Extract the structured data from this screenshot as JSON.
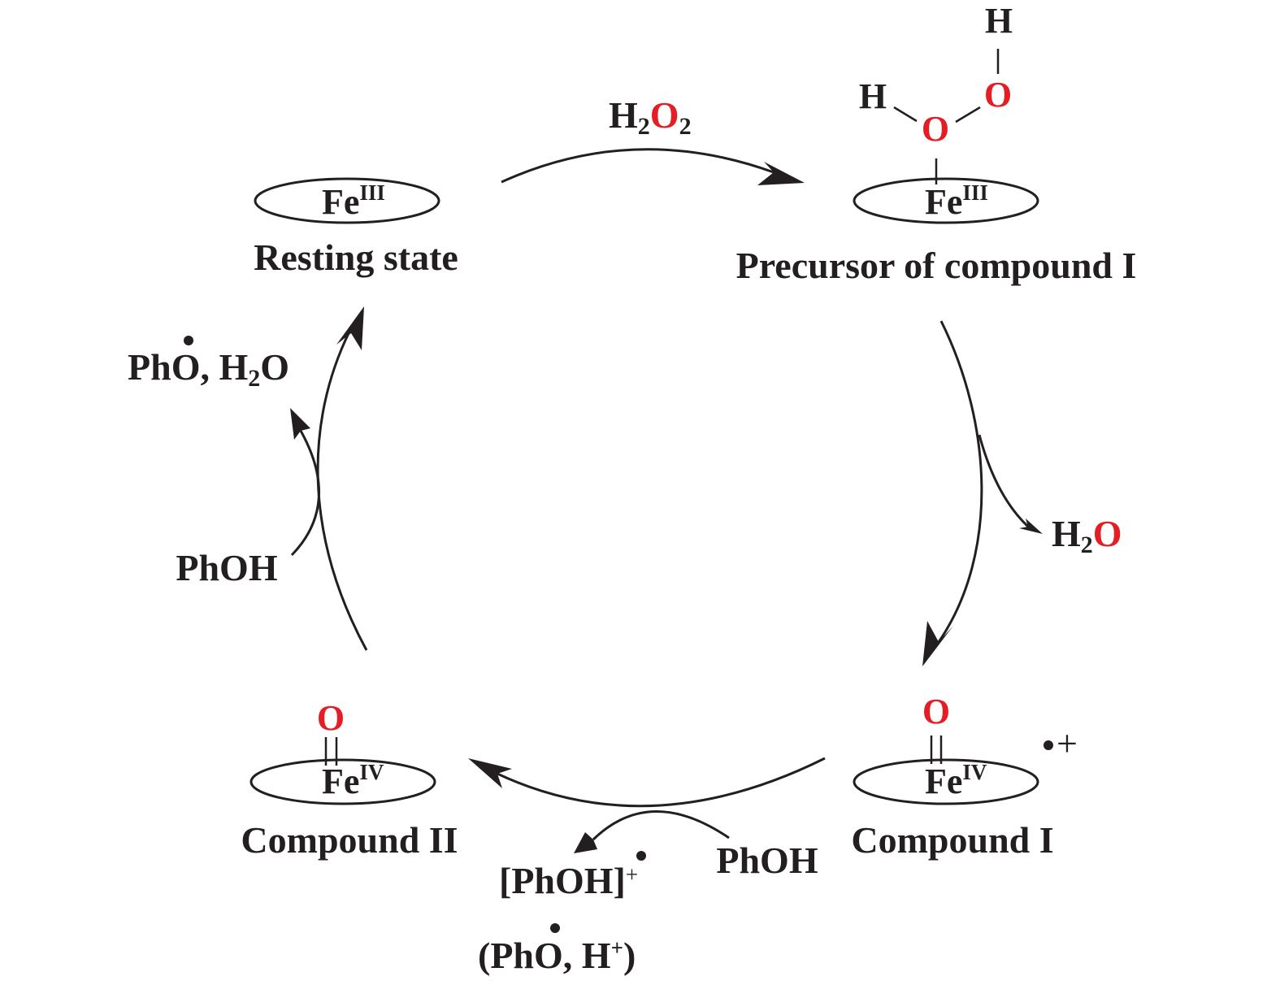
{
  "colors": {
    "ink": "#231f20",
    "oxygen": "#e31e24"
  },
  "species": {
    "resting": {
      "fe": "Fe",
      "ox": "III",
      "label": "Resting state"
    },
    "precursor": {
      "fe": "Fe",
      "ox": "III",
      "label": "Precursor of compound I",
      "h_top": "H",
      "h_left": "H",
      "o": "O"
    },
    "compound1": {
      "fe": "Fe",
      "ox": "IV",
      "label": "Compound I",
      "o": "O",
      "charge": "+"
    },
    "compound2": {
      "fe": "Fe",
      "ox": "IV",
      "label": "Compound II",
      "o": "O"
    }
  },
  "reagents": {
    "h2o2": {
      "h": "H",
      "h_sub": "2",
      "o": "O",
      "o_sub": "2"
    },
    "h2o_out": {
      "h": "H",
      "h_sub": "2",
      "o": "O"
    },
    "phoh_bottom": "PhOH",
    "radical_cation": {
      "text": "[PhOH]",
      "charge": "+"
    },
    "phenoxyl_pair": {
      "open": "(Ph",
      "o": "O",
      "middle": ", H",
      "sup": "+",
      "close": ")"
    },
    "phoh_left": "PhOH",
    "left_products": {
      "ph": "Ph",
      "o": "O",
      "comma": ", H",
      "sub": "2",
      "o2": "O"
    }
  }
}
